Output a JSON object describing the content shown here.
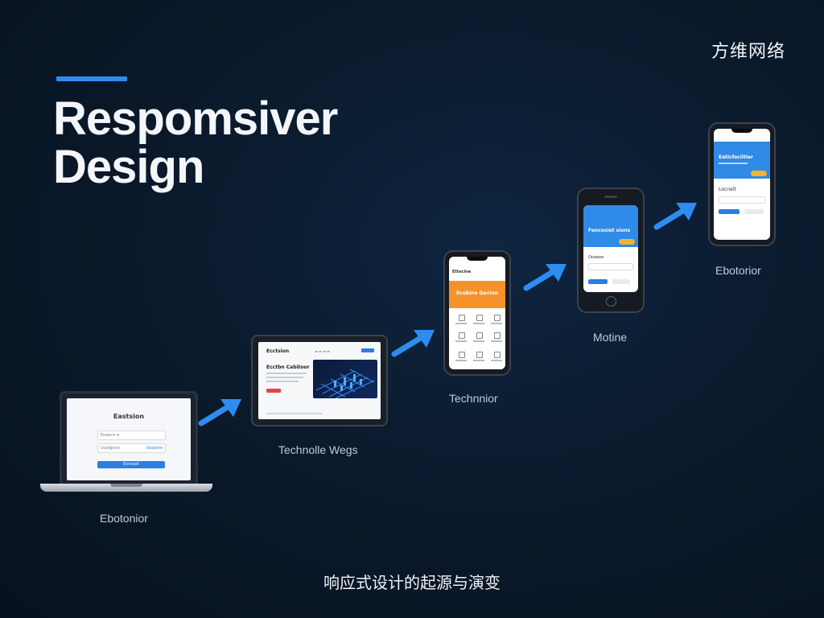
{
  "brand": "方维网络",
  "title": {
    "line1": "Respomsiver",
    "line2": "Design"
  },
  "caption": "响应式设计的起源与演变",
  "devices": {
    "laptop": {
      "label": "Ebotonior",
      "screen_title": "Eastsion",
      "field1": "Eneevn e",
      "field2": "Ucatgenn",
      "field3": "Uoaooin",
      "button": "Eonicell"
    },
    "tablet": {
      "label": "Technolle Wegs",
      "logo": "Ecctsion",
      "heading": "Ecctbn Cabitoor"
    },
    "phone1": {
      "label": "Technnior",
      "logo": "Ettecine",
      "banner": "Ecobine Gevinn"
    },
    "phone2": {
      "label": "Motine",
      "banner": "Fencosiet sions",
      "field_label": "Ooaeee"
    },
    "phone3": {
      "label": "Ebotorior",
      "banner": "Eaticfeciitier",
      "field_label": "Locnelt"
    }
  },
  "colors": {
    "accent": "#2e8cf0",
    "orange": "#f5932a",
    "background": "#0b1a2e"
  }
}
